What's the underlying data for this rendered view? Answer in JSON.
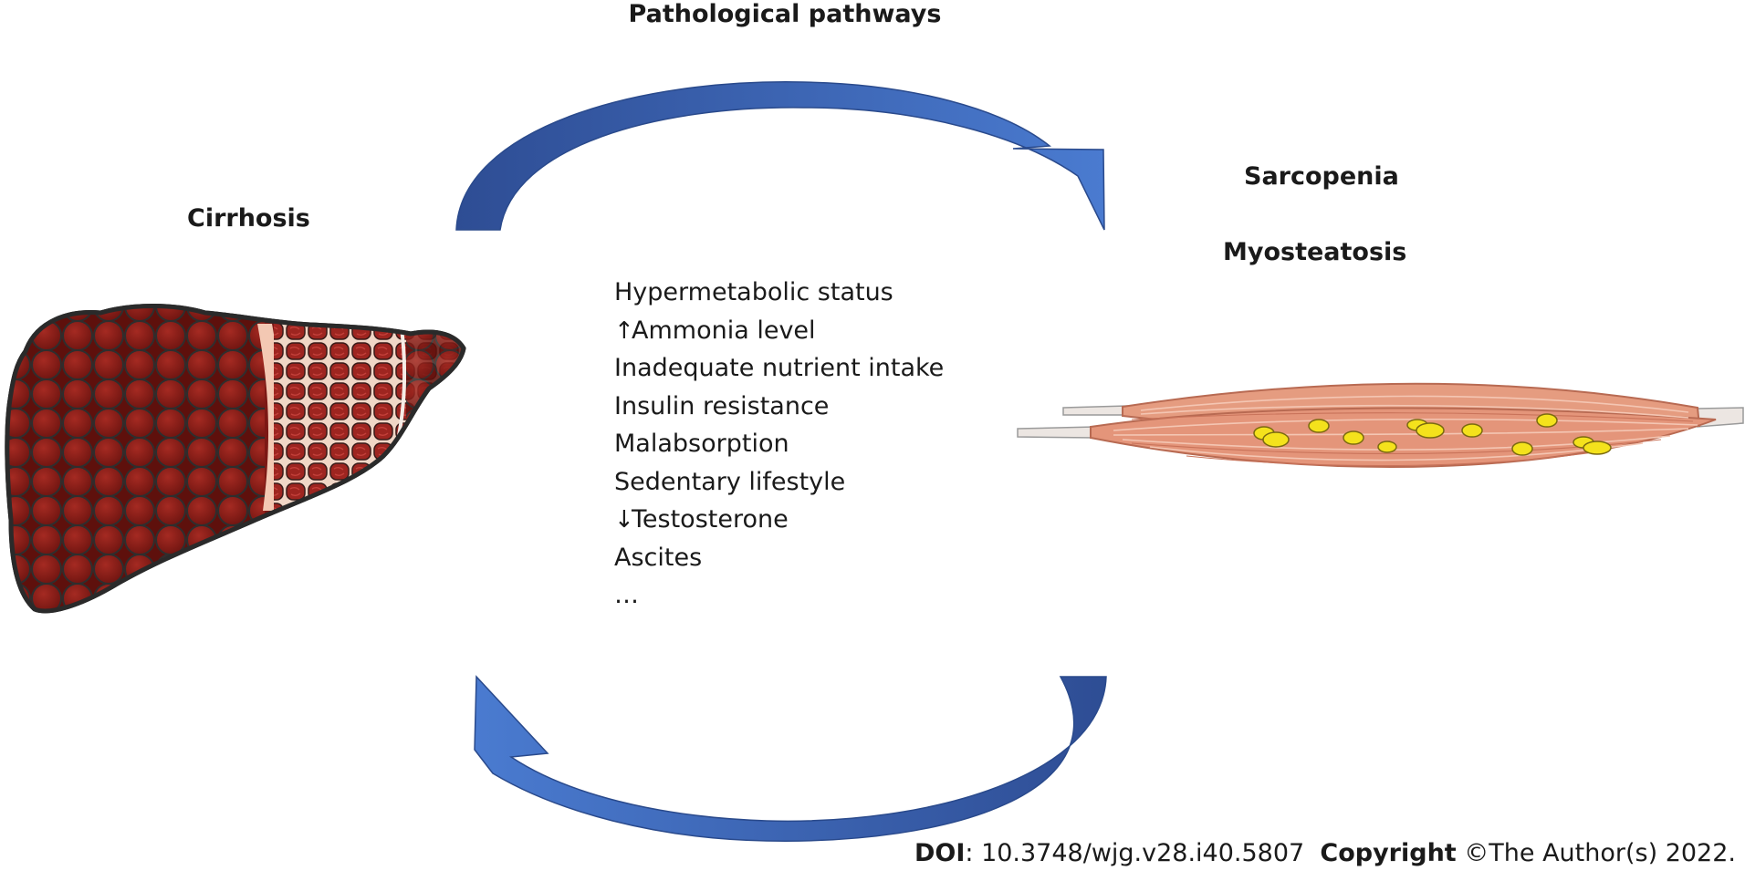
{
  "title": "Pathological pathways",
  "left_label": "Cirrhosis",
  "right_labels": [
    "Sarcopenia",
    "Myosteatosis"
  ],
  "pathways": [
    {
      "arrow": "",
      "text": "Hypermetabolic status"
    },
    {
      "arrow": "↑",
      "text": "Ammonia level"
    },
    {
      "arrow": "",
      "text": "Inadequate nutrient intake"
    },
    {
      "arrow": "",
      "text": "Insulin resistance"
    },
    {
      "arrow": "",
      "text": "Malabsorption"
    },
    {
      "arrow": "",
      "text": "Sedentary lifestyle"
    },
    {
      "arrow": "↓",
      "text": "Testosterone"
    },
    {
      "arrow": "",
      "text": "Ascites"
    },
    {
      "arrow": "",
      "text": "…"
    }
  ],
  "credit": {
    "doi_label": "DOI",
    "doi_value": ": 10.3748/wjg.v28.i40.5807",
    "copyright_label": "Copyright",
    "copyright_value": " ©The Author(s) 2022."
  },
  "colors": {
    "arrow_light": "#4472c4",
    "arrow_dark": "#2f4f94",
    "liver": "#8b1a16",
    "liver_outline": "#3b3b3b",
    "muscle": "#e39a7e",
    "fat_globule": "#f5e11a"
  },
  "icons": {
    "liver": "cirrhotic-liver-illustration",
    "muscle": "muscle-with-fat-illustration"
  }
}
